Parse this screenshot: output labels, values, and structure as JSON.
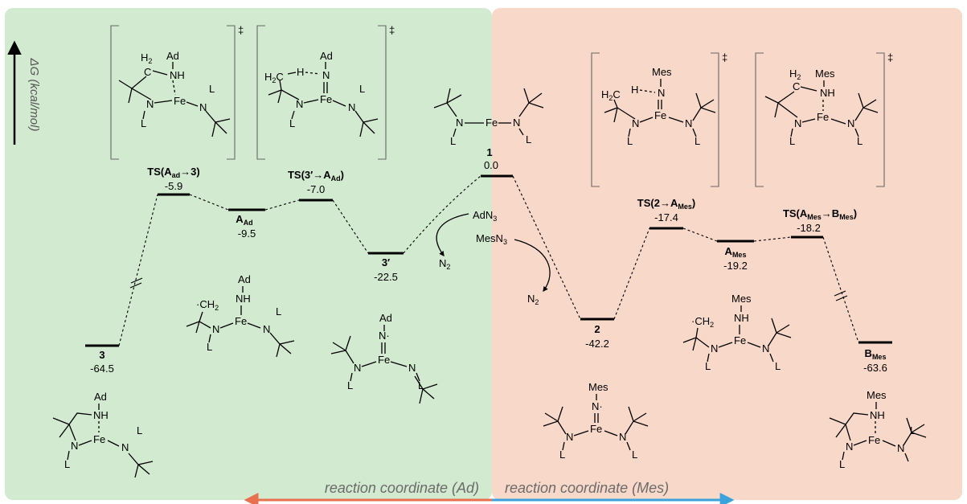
{
  "panels": {
    "left_color": "#d2ead0",
    "right_color": "#f8d8c9"
  },
  "axis": {
    "title": "ΔG (kcal/mol)"
  },
  "coordinates": {
    "ad_label": "reaction coordinate (Ad)",
    "mes_label": "reaction coordinate (Mes)",
    "ad_arrow_color": "#e8704f",
    "mes_arrow_color": "#3aa3dc"
  },
  "states": [
    {
      "id": "s-3",
      "name": "3",
      "value": "-64.5",
      "side": "ad"
    },
    {
      "id": "s-ts-aad-3",
      "name": "TS(Aad→3)",
      "value": "-5.9",
      "side": "ad"
    },
    {
      "id": "s-aad",
      "name": "AAd",
      "value": "-9.5",
      "side": "ad"
    },
    {
      "id": "s-ts-3p-aad",
      "name": "TS(3′→AAd)",
      "value": "-7.0",
      "side": "ad"
    },
    {
      "id": "s-3p",
      "name": "3′",
      "value": "-22.5",
      "side": "ad"
    },
    {
      "id": "s-1",
      "name": "1",
      "value": "0.0",
      "side": "center"
    },
    {
      "id": "s-2",
      "name": "2",
      "value": "-42.2",
      "side": "mes"
    },
    {
      "id": "s-ts-2-ames",
      "name": "TS(2→AMes)",
      "value": "-17.4",
      "side": "mes"
    },
    {
      "id": "s-ames",
      "name": "AMes",
      "value": "-19.2",
      "side": "mes"
    },
    {
      "id": "s-ts-ames-bmes",
      "name": "TS(AMes→BMes)",
      "value": "-18.2",
      "side": "mes"
    },
    {
      "id": "s-bmes",
      "name": "BMes",
      "value": "-63.6",
      "side": "mes"
    }
  ],
  "reagents": {
    "adn3": "AdN3",
    "mesn3": "MesN3",
    "n2": "N2"
  },
  "chem": {
    "ad": "Ad",
    "mes": "Mes",
    "nh": "NH",
    "n": "N",
    "n_rad": "N·",
    "fe": "Fe",
    "l": "L",
    "h2c": "H2C",
    "h": "H",
    "h2": "H2",
    "c": "C",
    "ch2_rad": "·CH2",
    "ddagger": "‡"
  }
}
